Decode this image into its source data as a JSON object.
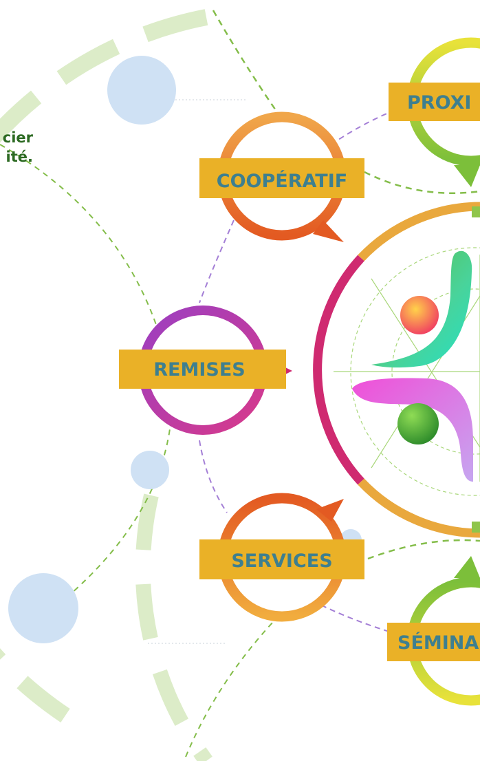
{
  "intro_fragment": {
    "line1": "cier",
    "line2": "ité."
  },
  "labels": {
    "proximite": "PROXI",
    "cooperatif": "COOPÉRATIF",
    "remises": "REMISES",
    "services": "SERVICES",
    "seminaires": "SÉMINA"
  },
  "colors": {
    "label_fill": "#eab127",
    "label_text": "#3e7f8f",
    "intro_text": "#2c6a22",
    "ring_magenta": "#cf2a70",
    "ring_orange": "#e9a83d",
    "ring_green": "#8fc54b",
    "bubble_blue": "#cfe1f4",
    "dashed_green": "#84bd4a",
    "dashed_purple": "#a47fd6"
  },
  "icons": {
    "logo": "hands-cooperation-logo"
  }
}
